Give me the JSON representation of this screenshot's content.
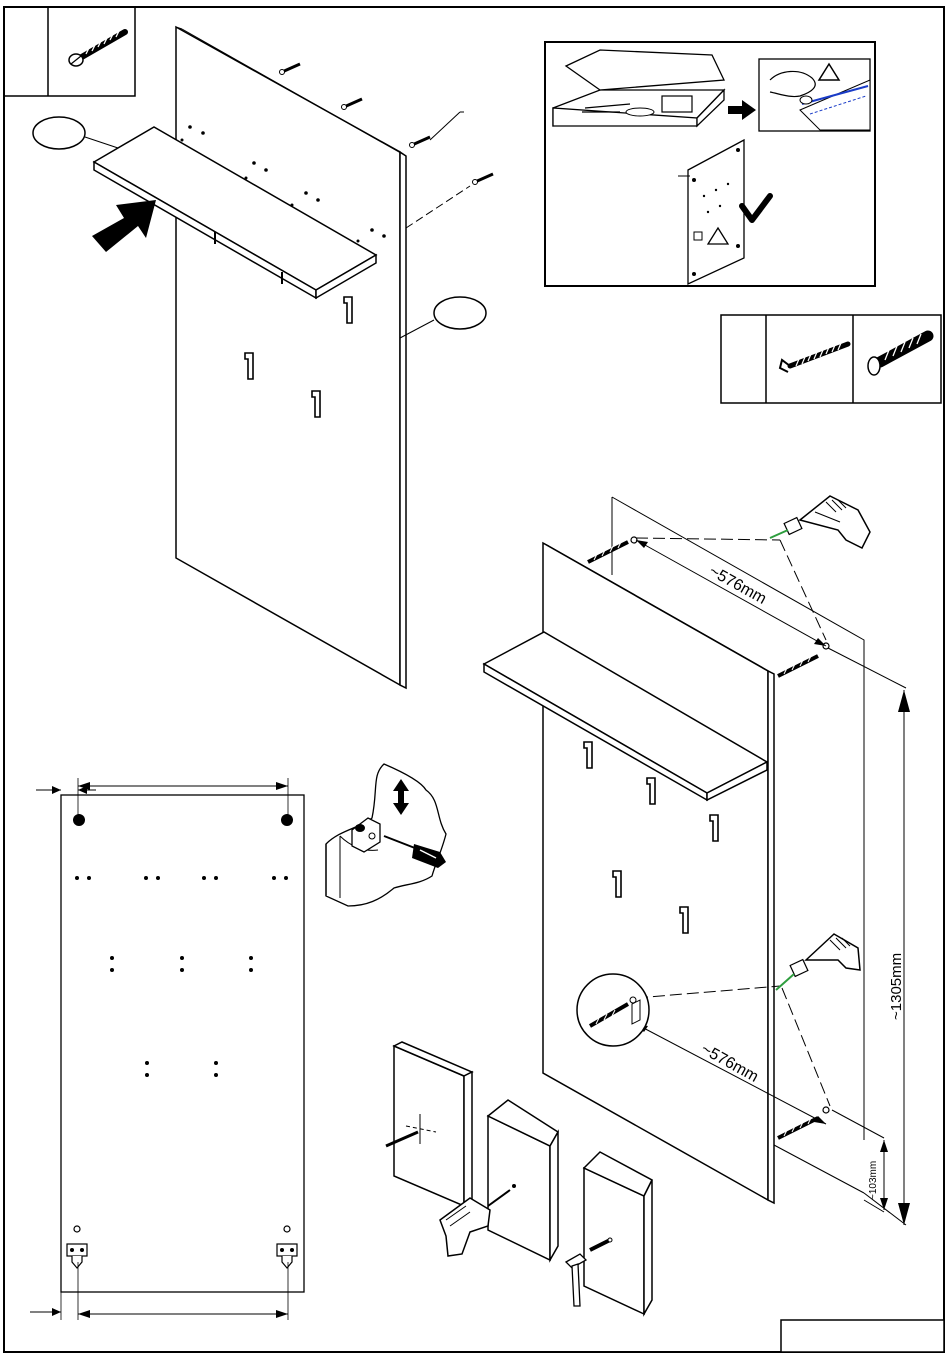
{
  "dimensions": {
    "top_spacing": "~576mm",
    "bottom_spacing": "~576mm",
    "vertical_height": "~1305mm",
    "bottom_offset": "~103mm"
  },
  "icons": {
    "screw": "screw-icon",
    "screw_hook": "screw-hook-icon",
    "wall_plug": "wall-plug-icon",
    "drill": "power-drill-icon",
    "screwdriver": "screwdriver-icon",
    "checkmark": "checkmark-icon",
    "warning": "warning-triangle-icon",
    "push_arrow": "push-arrow-icon"
  },
  "colors": {
    "line": "#000000",
    "background": "#ffffff",
    "label_blue": "#1a3cc8",
    "drill_bit": "#2e9e3e"
  }
}
